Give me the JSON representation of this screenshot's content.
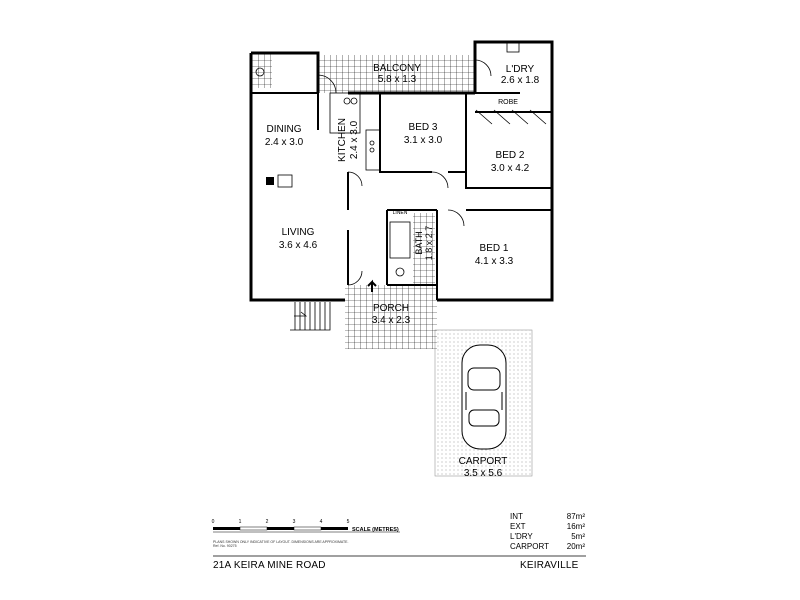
{
  "rooms": {
    "balcony": {
      "name": "BALCONY",
      "dim": "5.8 x 1.3"
    },
    "laundry": {
      "name": "L'DRY",
      "dim": "2.6 x 1.8"
    },
    "robe": {
      "name": "ROBE"
    },
    "dining": {
      "name": "DINING",
      "dim": "2.4 x 3.0"
    },
    "kitchen": {
      "name": "KITCHEN",
      "dim": "2.4 x 3.0"
    },
    "bed3": {
      "name": "BED 3",
      "dim": "3.1 x 3.0"
    },
    "bed2": {
      "name": "BED 2",
      "dim": "3.0 x 4.2"
    },
    "living": {
      "name": "LIVING",
      "dim": "3.6 x 4.6"
    },
    "linen": {
      "name": "LINEN"
    },
    "bath": {
      "name": "BATH",
      "dim": "1.8 x 2.7"
    },
    "bed1": {
      "name": "BED 1",
      "dim": "4.1 x 3.3"
    },
    "porch": {
      "name": "PORCH",
      "dim": "3.4 x 2.3"
    },
    "carport": {
      "name": "CARPORT",
      "dim": "3.5 x 5.6"
    }
  },
  "scale": {
    "ticks": [
      "0",
      "1",
      "2",
      "3",
      "4",
      "5"
    ],
    "label": "SCALE (METRES)"
  },
  "disclaimer": {
    "line1": "PLANS SHOWN ONLY INDICATIVE OF LAYOUT. DIMENSIONS ARE APPROXIMATE.",
    "line2": "Ref. No. 90275"
  },
  "areas": [
    {
      "label": "INT",
      "value": "87m²"
    },
    {
      "label": "EXT",
      "value": "16m²"
    },
    {
      "label": "L'DRY",
      "value": "5m²"
    },
    {
      "label": "CARPORT",
      "value": "20m²"
    }
  ],
  "footer": {
    "address": "21A KEIRA MINE ROAD",
    "suburb": "KEIRAVILLE"
  }
}
